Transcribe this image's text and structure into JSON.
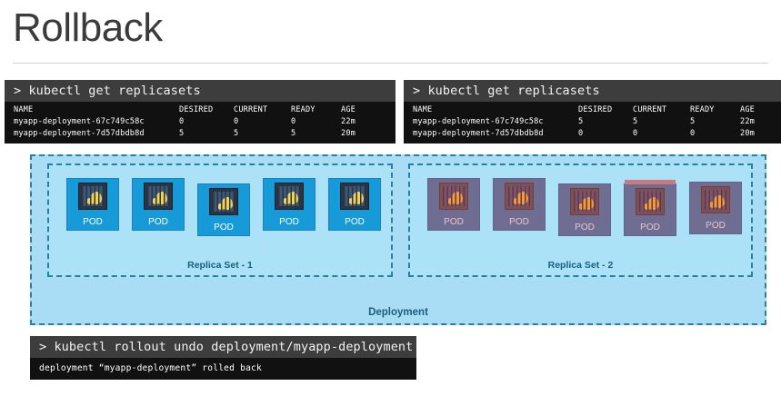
{
  "page": {
    "title": "Rollback"
  },
  "terminals": {
    "left": {
      "name": "kubectl-get-replicasets-before",
      "prompt": "> kubectl get replicasets",
      "columns": [
        "NAME",
        "DESIRED",
        "CURRENT",
        "READY",
        "AGE"
      ],
      "rows": [
        {
          "name": "myapp-deployment-67c749c58c",
          "desired": "0",
          "current": "0",
          "ready": "0",
          "age": "22m"
        },
        {
          "name": "myapp-deployment-7d57dbdb8d",
          "desired": "5",
          "current": "5",
          "ready": "5",
          "age": "20m"
        }
      ]
    },
    "right": {
      "name": "kubectl-get-replicasets-after",
      "prompt": "> kubectl get replicasets",
      "columns": [
        "NAME",
        "DESIRED",
        "CURRENT",
        "READY",
        "AGE"
      ],
      "rows": [
        {
          "name": "myapp-deployment-67c749c58c",
          "desired": "5",
          "current": "5",
          "ready": "5",
          "age": "22m"
        },
        {
          "name": "myapp-deployment-7d57dbdb8d",
          "desired": "0",
          "current": "0",
          "ready": "0",
          "age": "20m"
        }
      ]
    },
    "bottom": {
      "name": "kubectl-rollout-undo",
      "prompt": "> kubectl rollout undo deployment/myapp-deployment",
      "output": "deployment “myapp-deployment” rolled back"
    }
  },
  "diagram": {
    "deployment_label": "Deployment",
    "replicasets": [
      {
        "label": "Replica Set - 1",
        "state": "active",
        "pods": [
          {
            "label": "POD"
          },
          {
            "label": "POD"
          },
          {
            "label": "POD"
          },
          {
            "label": "POD"
          },
          {
            "label": "POD"
          }
        ]
      },
      {
        "label": "Replica Set - 2",
        "state": "terminating",
        "pods": [
          {
            "label": "POD"
          },
          {
            "label": "POD"
          },
          {
            "label": "POD"
          },
          {
            "label": "POD"
          },
          {
            "label": "POD"
          }
        ]
      }
    ]
  },
  "colors": {
    "deployment_fill": "#a8ddf5",
    "replicaset_fill": "#abe2f7",
    "box_border": "#2b7f9e",
    "label_text": "#17607e",
    "pod_active": "#169bd8",
    "pod_terminating": "#6f6d92",
    "terminal_header": "#3d3d3d",
    "terminal_body": "#111111",
    "title_text": "#3b3b3b"
  }
}
